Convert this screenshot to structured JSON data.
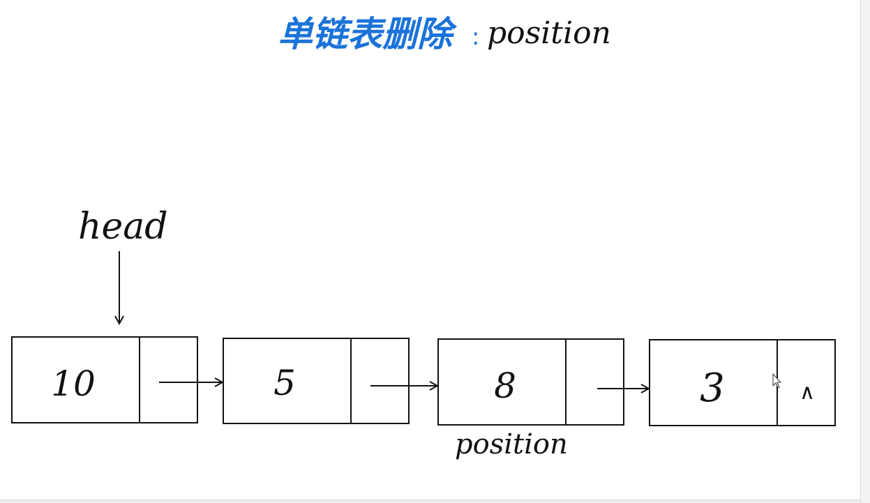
{
  "title": {
    "chinese": "单链表删除",
    "separator": ":",
    "keyword": "position",
    "chinese_color": "#1a73d9"
  },
  "head_label": "head",
  "nodes": [
    {
      "value": "10",
      "next": ""
    },
    {
      "value": "5",
      "next": ""
    },
    {
      "value": "8",
      "next": ""
    },
    {
      "value": "3",
      "next": "∧"
    }
  ],
  "position_label": "position",
  "ink_color": "#111111"
}
